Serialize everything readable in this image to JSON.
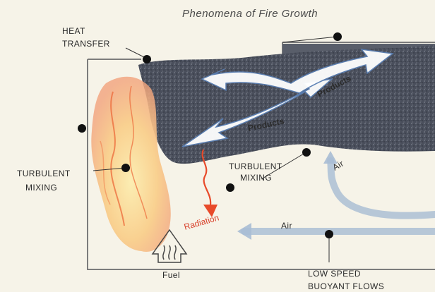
{
  "diagram": {
    "title": "Phenomena of Fire Growth",
    "labels": {
      "heat_transfer_1": "HEAT",
      "heat_transfer_2": "TRANSFER",
      "turbulent_left_1": "TURBULENT",
      "turbulent_left_2": "MIXING",
      "turbulent_mid_1": "TURBULENT",
      "turbulent_mid_2": "MIXING",
      "radiation": "Radiation",
      "air_lower": "Air",
      "air_right": "Air",
      "fuel": "Fuel",
      "products_lower": "Products",
      "products_upper": "Products",
      "low_speed_1": "LOW SPEED",
      "low_speed_2": "BUOYANT FLOWS"
    },
    "colors": {
      "background": "#f6f3e8",
      "smoke": "#4a4f5c",
      "flame_outer": "#f4b48a",
      "flame_inner": "#fbe08a",
      "radiation": "#e84a2a",
      "air": "#9fb7cf",
      "products_arrow": "#ffffff",
      "marker": "#111111"
    }
  }
}
